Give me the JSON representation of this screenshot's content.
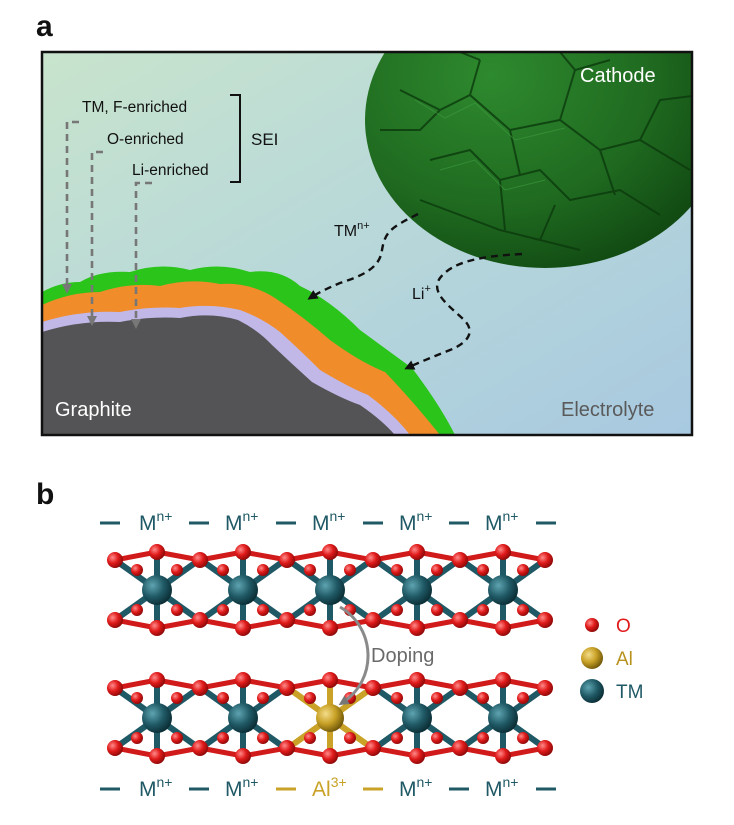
{
  "panel_a": {
    "panel_letter": "a",
    "sei_layers": [
      "TM, F-enriched",
      "O-enriched",
      "Li-enriched"
    ],
    "sei_label": "SEI",
    "cathode_label": "Cathode",
    "graphite_label": "Graphite",
    "electrolyte_label": "Electrolyte",
    "tm_ion": "TM",
    "tm_charge": "n+",
    "li_ion": "Li",
    "li_charge": "+"
  },
  "panel_b": {
    "panel_letter": "b",
    "ion_symbol": "M",
    "ion_charge": "n+",
    "al_symbol": "Al",
    "al_charge": "3+",
    "doping_label": "Doping",
    "legend": [
      {
        "label": "O",
        "color": "#e01a1a"
      },
      {
        "label": "Al",
        "color": "#c9a227"
      },
      {
        "label": "TM",
        "color": "#1f5965"
      }
    ]
  }
}
